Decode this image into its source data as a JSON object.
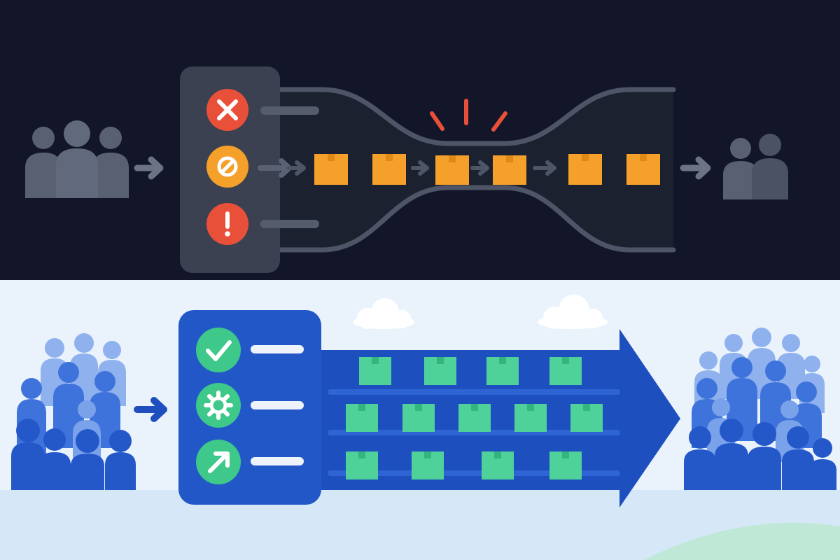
{
  "colors": {
    "dark_bg": "#121628",
    "dark_panel": "#3b4150",
    "dark_pipe": "#1c2130",
    "pipe_stroke": "#4e5566",
    "gray_person": "#586071",
    "gray_arrow": "#6b7384",
    "box_orange": "#f5a02a",
    "icon_red": "#e8503a",
    "icon_orange": "#f5a02a",
    "spark": "#e8503a",
    "light_bg": "#eaf3fc",
    "light_floor": "#d6e7f8",
    "blue_panel": "#2257c8",
    "blue_pipe": "#1e4fbf",
    "blue_arrow": "#1f4fbe",
    "box_green": "#4fd19a",
    "icon_green": "#3ec88a",
    "person_blue_dark": "#2458c9",
    "person_blue_mid": "#3f73dc",
    "person_blue_light": "#8fb1ee",
    "cloud": "#ffffff"
  },
  "top_panel": {
    "status_icons": [
      "close-icon",
      "blocked-icon",
      "warning-icon"
    ],
    "icon_colors": [
      "#e8503a",
      "#f5a02a",
      "#e8503a"
    ],
    "box_count": 6
  },
  "bottom_panel": {
    "status_icons": [
      "check-icon",
      "gear-icon",
      "arrow-up-right-icon"
    ],
    "box_rows": [
      4,
      5,
      4
    ]
  }
}
